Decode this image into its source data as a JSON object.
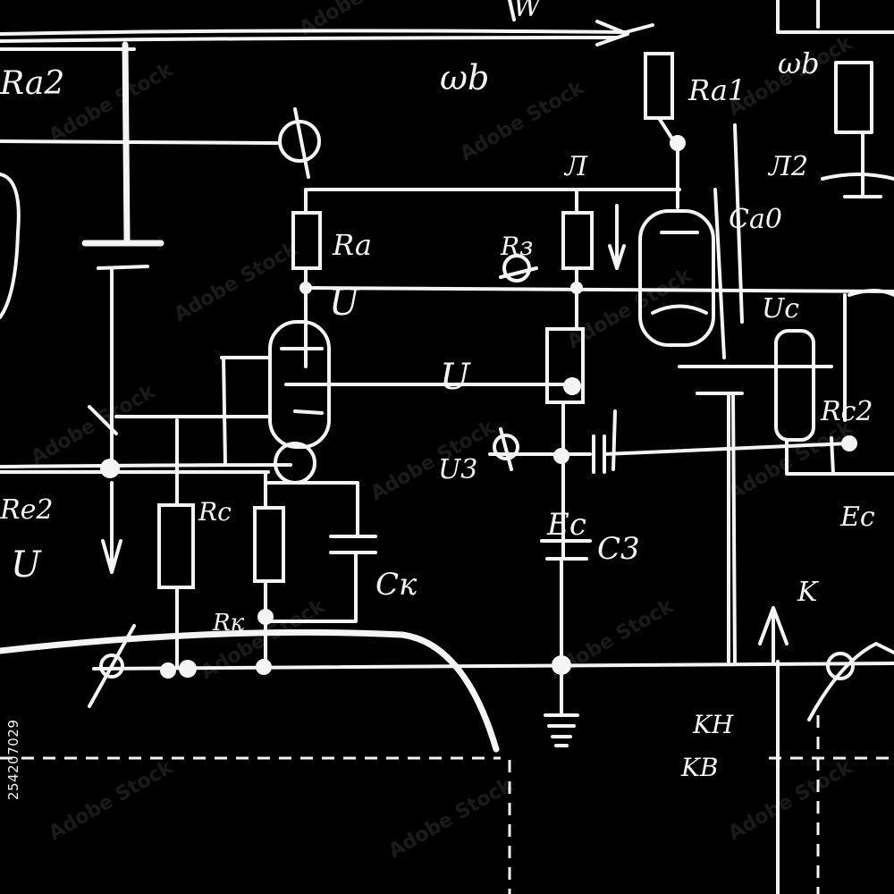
{
  "labels": {
    "ra2": "Ra2",
    "wb": "ωb",
    "wb_right": "ωb",
    "ra1": "Ra1",
    "ra": "Ra",
    "u_mid": "U",
    "u_center": "U",
    "u_left": "U",
    "rz": "Rз",
    "l_upper": "Л",
    "l2": "Л2",
    "a0": "Ca0",
    "uc": "Uc",
    "rc": "Rc",
    "rc2": "Rc2",
    "u3": "U3",
    "rk": "Rк",
    "ck": "Cк",
    "ec": "Ec",
    "ec_right": "Ec",
    "c3": "C3",
    "k": "K",
    "kh": "KH",
    "kb": "KB",
    "re2": "Re2",
    "w_top": "W"
  },
  "watermark": {
    "text": "Adobe Stock"
  },
  "stock_id": "254207029",
  "colors": {
    "background": "#000000",
    "ink": "#f4f4f4"
  }
}
